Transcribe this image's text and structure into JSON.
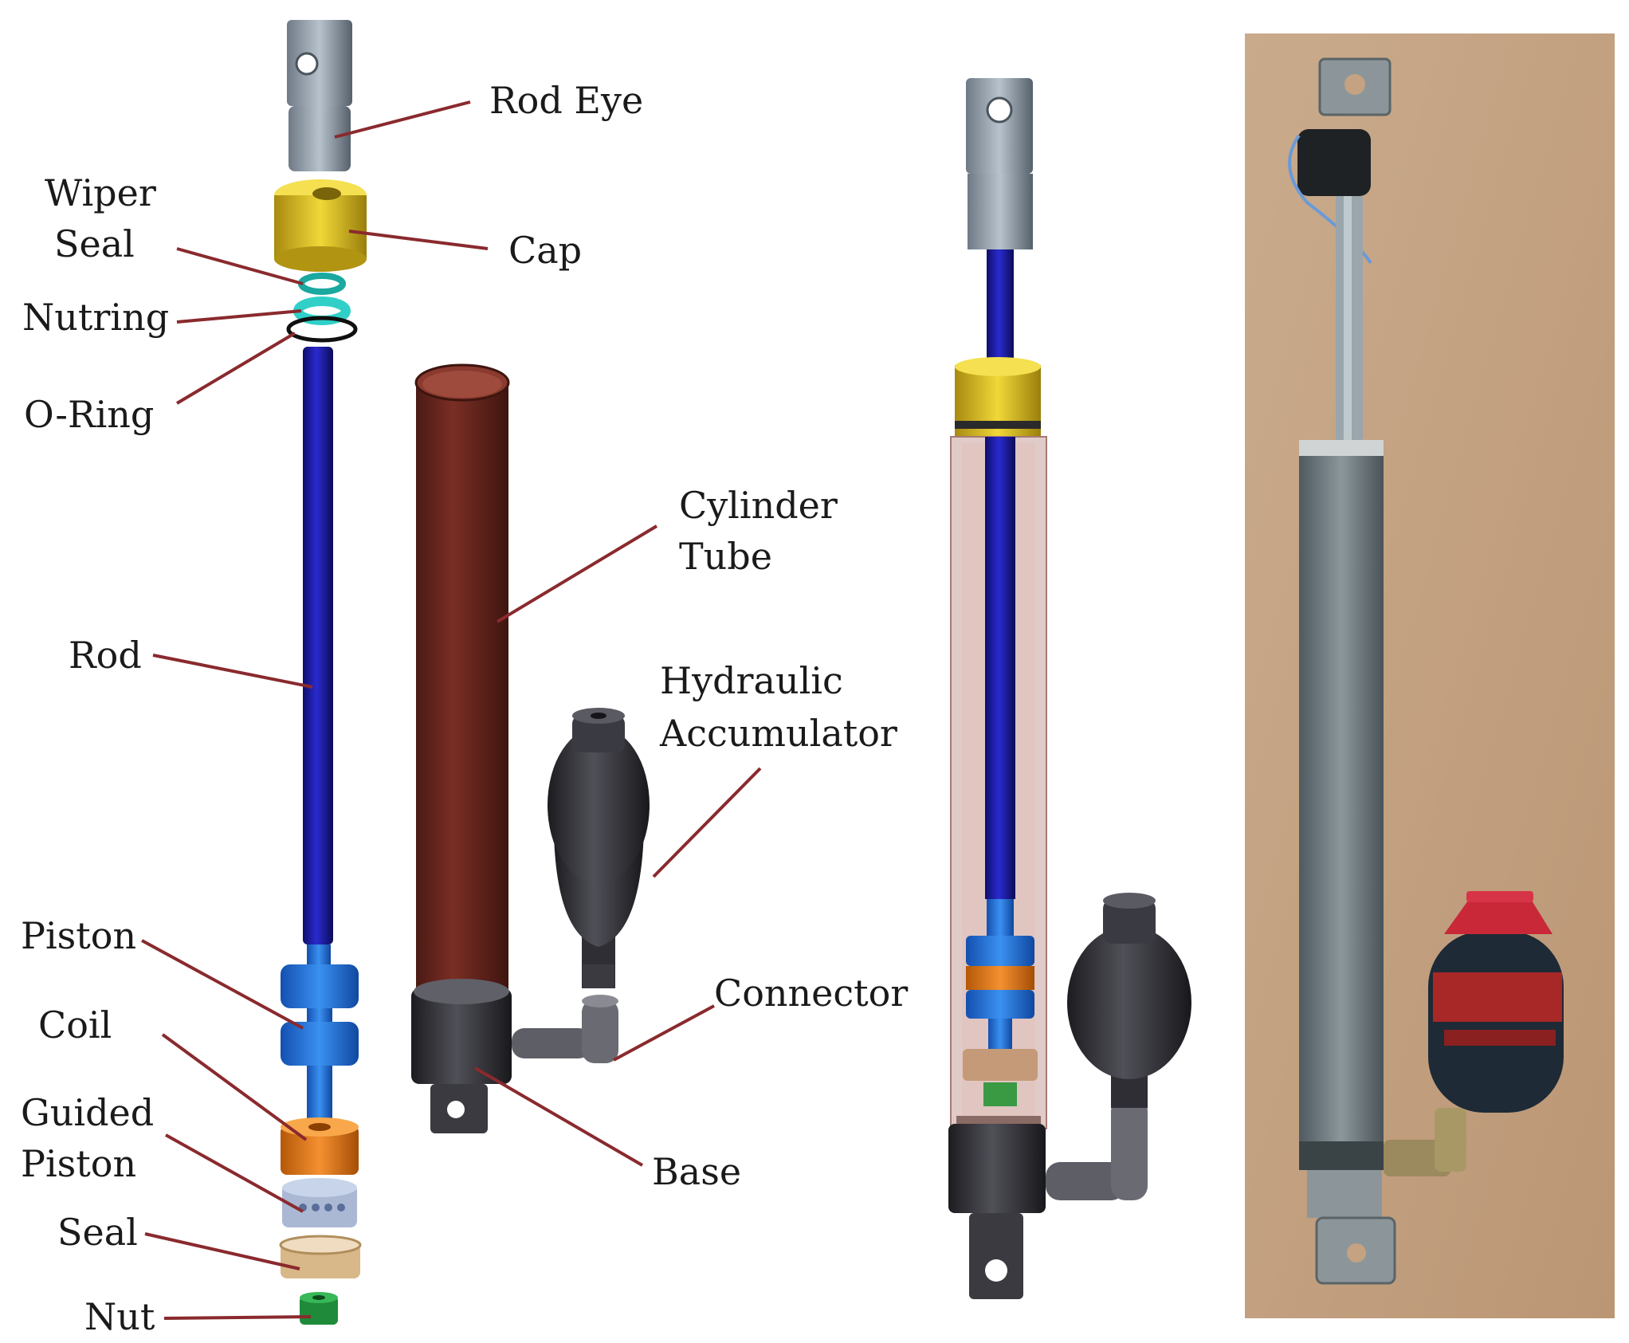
{
  "labels": {
    "rod_eye": "Rod Eye",
    "wiper_seal_1": "Wiper",
    "wiper_seal_2": "Seal",
    "cap": "Cap",
    "nutring": "Nutring",
    "o_ring": "O-Ring",
    "cylinder_tube_1": "Cylinder",
    "cylinder_tube_2": "Tube",
    "rod": "Rod",
    "hydraulic_1": "Hydraulic",
    "hydraulic_2": "Accumulator",
    "piston": "Piston",
    "connector": "Connector",
    "coil": "Coil",
    "guided_1": "Guided",
    "guided_2": "Piston",
    "base": "Base",
    "seal": "Seal",
    "nut": "Nut"
  },
  "colors": {
    "rod": "#1a1aa8",
    "cap": "#e0c020",
    "tube": "#6e2820",
    "accumulator": "#2a2a2e",
    "piston": "#2a78e0",
    "coil": "#e07818",
    "leader": "#8a2a2e",
    "photo_bg": "#c7a786"
  }
}
